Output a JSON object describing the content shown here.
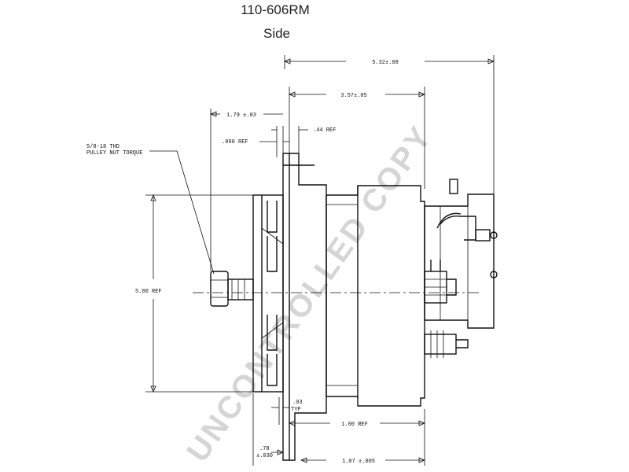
{
  "header": {
    "part_number": "110-606RM",
    "view_name": "Side"
  },
  "dimensions": {
    "overall_length": "5.32±.08",
    "body_length": "3.57±.05",
    "pulley_offset": "1.79 ±.03",
    "ref_090": ".090 REF",
    "ref_44": ".44 REF",
    "pulley_note_line1": "5/8-18 THD",
    "pulley_note_line2": "PULLEY NUT TORQUE",
    "height_ref": "5.00 REF",
    "typ_value": ".03",
    "typ_label": "TYP",
    "ref_100": "1.00 REF",
    "flange_value": ".78",
    "flange_tol": "±.030",
    "mount_dim": "1.07 ±.005"
  },
  "watermark": "UNCONTROLLED COPY"
}
